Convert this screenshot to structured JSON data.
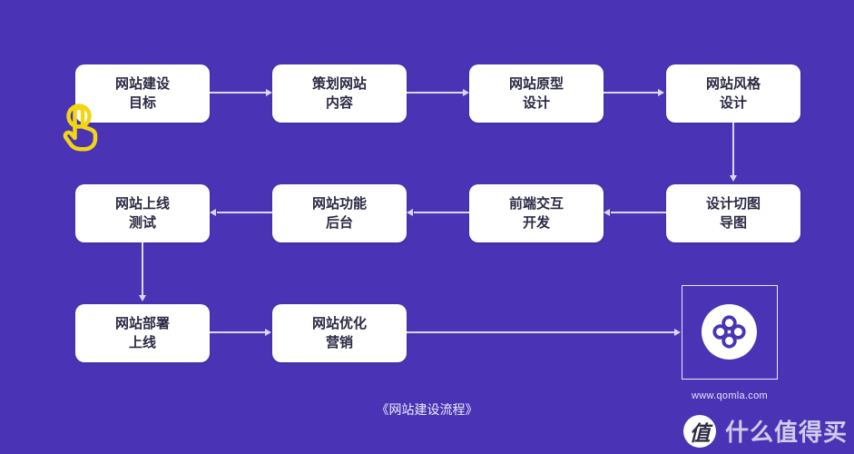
{
  "diagram": {
    "caption": "《网站建设流程》",
    "nodes": [
      {
        "id": "goal",
        "label": "网站建设\n目标"
      },
      {
        "id": "plan-content",
        "label": "策划网站\n内容"
      },
      {
        "id": "prototype-design",
        "label": "网站原型\n设计"
      },
      {
        "id": "style-design",
        "label": "网站风格\n设计"
      },
      {
        "id": "slice-export",
        "label": "设计切图\n导图"
      },
      {
        "id": "frontend-dev",
        "label": "前端交互\n开发"
      },
      {
        "id": "function-backend",
        "label": "网站功能\n后台"
      },
      {
        "id": "launch-test",
        "label": "网站上线\n测试"
      },
      {
        "id": "deploy-launch",
        "label": "网站部署\n上线"
      },
      {
        "id": "optimize-marketing",
        "label": "网站优化\n营销"
      }
    ],
    "edges": [
      "网站建设目标 → 策划网站内容",
      "策划网站内容 → 网站原型设计",
      "网站原型设计 → 网站风格设计",
      "网站风格设计 → 设计切图导图",
      "设计切图导图 → 前端交互开发",
      "前端交互开发 → 网站功能后台",
      "网站功能后台 → 网站上线测试",
      "网站上线测试 → 网站部署上线",
      "网站部署上线 → 网站优化营销",
      "网站优化营销 → qomla-logo"
    ]
  },
  "brand": {
    "logo_icon": "qomla-clover-logo",
    "website_url": "www.qomla.com"
  },
  "watermark": {
    "badge_character": "值",
    "site_name": "什么值得买"
  },
  "icons": {
    "cursor": "tap-hand-cursor-icon"
  },
  "colors": {
    "background": "#4A34B5",
    "node_background": "#FFFFFF",
    "node_text": "#2B2A44",
    "connector": "#DCD7F4",
    "cursor_yellow": "#F2D513"
  }
}
